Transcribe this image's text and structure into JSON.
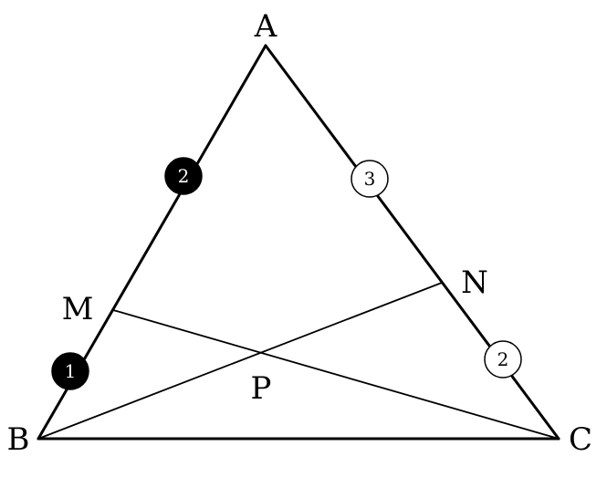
{
  "labels": {
    "A": "A",
    "B": "B",
    "C": "C",
    "M": "M",
    "N": "N",
    "P": "P"
  },
  "ratio_markers": {
    "AM": "2",
    "MB": "1",
    "AN": "3",
    "NC": "2"
  },
  "colors": {
    "stroke": "#000000",
    "filled_marker": "#000000",
    "filled_marker_text": "#ffffff",
    "open_marker": "#ffffff",
    "open_marker_text": "#000000"
  }
}
